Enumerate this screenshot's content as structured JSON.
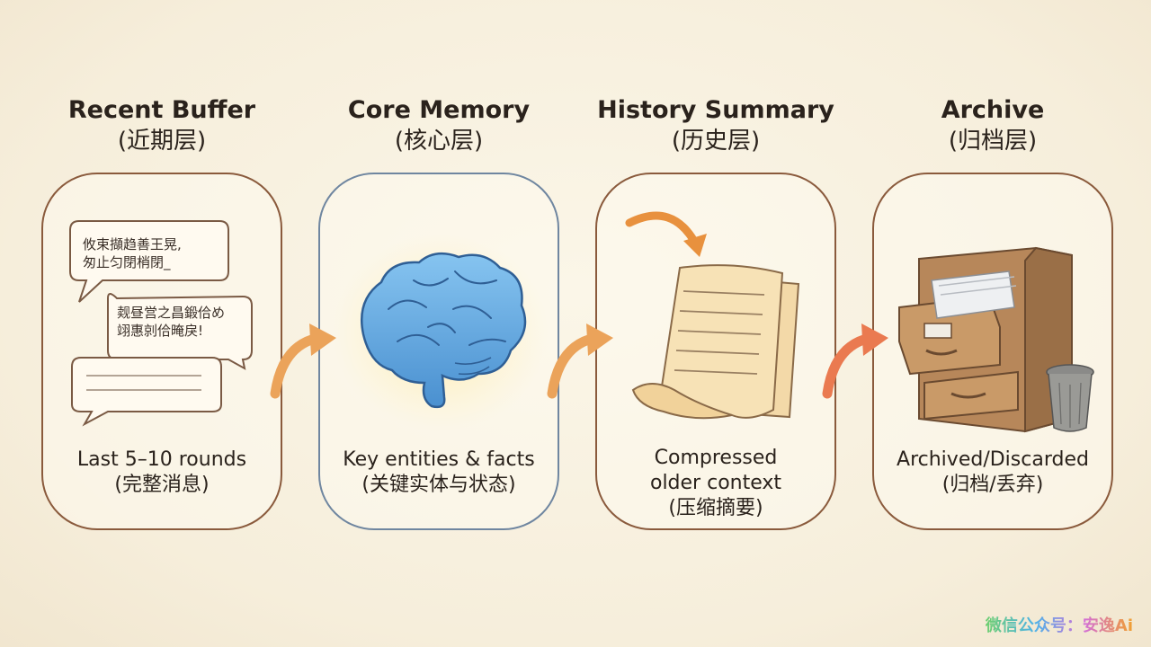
{
  "columns": [
    {
      "title": "Recent Buffer",
      "subtitle": "(近期层)",
      "caption_lines": [
        "Last 5–10 rounds",
        "(完整消息)"
      ]
    },
    {
      "title": "Core Memory",
      "subtitle": "(核心层)",
      "caption_lines": [
        "Key entities & facts",
        "(关键实体与状态)"
      ]
    },
    {
      "title": "History Summary",
      "subtitle": "(历史层)",
      "caption_lines": [
        "Compressed",
        "older context",
        "(压缩摘要)"
      ]
    },
    {
      "title": "Archive",
      "subtitle": "(归档层)",
      "caption_lines": [
        "Archived/Discarded",
        "(归档/丢弃)"
      ]
    }
  ],
  "bubbles": [
    {
      "lines": [
        "攸束擷趋善王晃,",
        "匆止匀閉梢閉_"
      ]
    },
    {
      "lines": [
        "觌昼営之昌鍛佮め",
        "翊惠剠佮晻戾!"
      ]
    }
  ],
  "icons": {
    "col1": "chat-bubbles-icon",
    "col2": "brain-icon",
    "col3": "scroll-document-icon",
    "col4": "file-cabinet-icon"
  },
  "colors": {
    "card_border": "#8a5a3c",
    "core_border": "#6f86a0",
    "arrow": "#eba35a",
    "arrow_last": "#ea7a50"
  },
  "watermark": "微信公众号：安逸Ai"
}
